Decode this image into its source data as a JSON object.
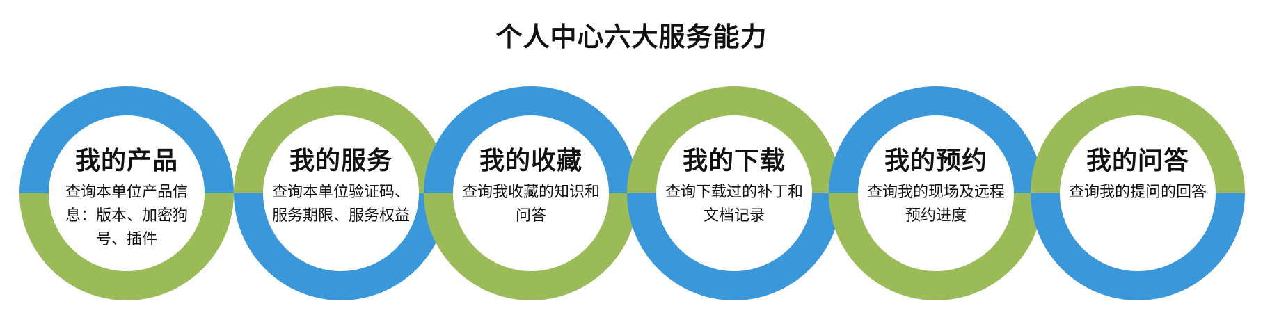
{
  "title": "个人中心六大服务能力",
  "colors": {
    "blue": "#3A98DA",
    "green": "#9BBB59"
  },
  "items": [
    {
      "title": "我的产品",
      "desc": "查询本单位产品信息：版本、加密狗号、插件"
    },
    {
      "title": "我的服务",
      "desc": "查询本单位验证码、服务期限、服务权益"
    },
    {
      "title": "我的收藏",
      "desc": "查询我收藏的知识和问答"
    },
    {
      "title": "我的下载",
      "desc": "查询下载过的补丁和文档记录"
    },
    {
      "title": "我的预约",
      "desc": "查询我的现场及远程预约进度"
    },
    {
      "title": "我的问答",
      "desc": "查询我的提问的回答"
    }
  ]
}
